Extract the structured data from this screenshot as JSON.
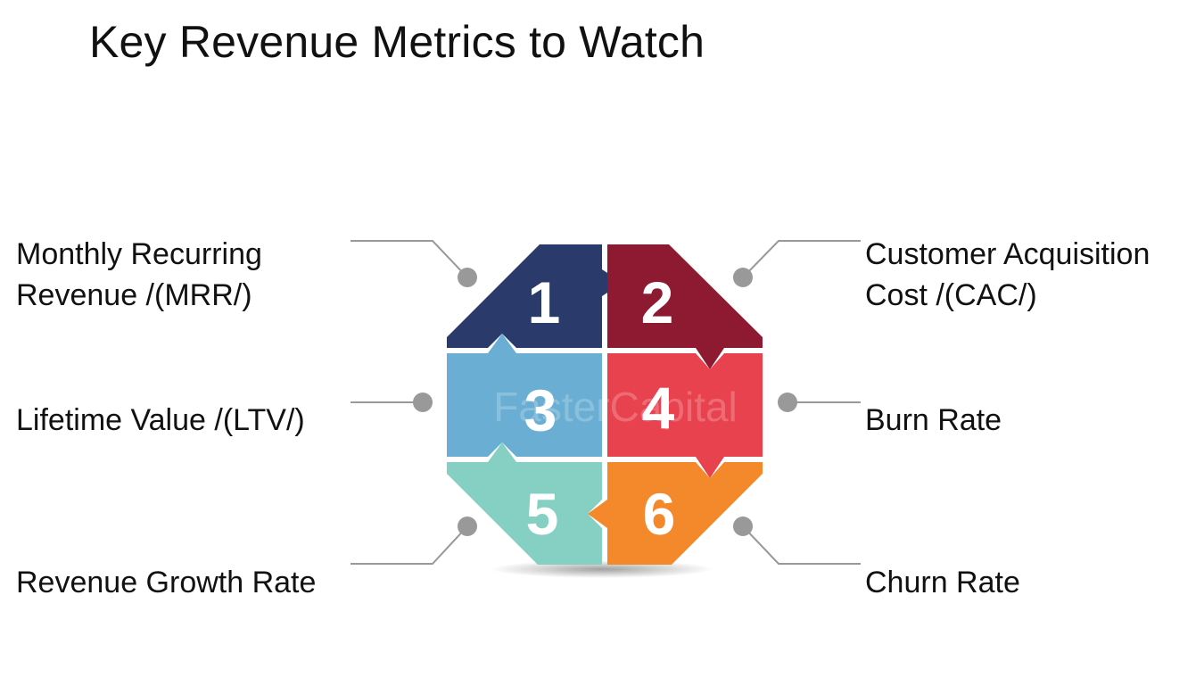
{
  "title": "Key Revenue Metrics to Watch",
  "watermark": "FasterCapital",
  "pieces": [
    {
      "number": "1",
      "color": "#2a3b6b"
    },
    {
      "number": "2",
      "color": "#8d1a30"
    },
    {
      "number": "3",
      "color": "#6aafd3"
    },
    {
      "number": "4",
      "color": "#e8424f"
    },
    {
      "number": "5",
      "color": "#86d0c3"
    },
    {
      "number": "6",
      "color": "#f4892c"
    }
  ],
  "metrics": [
    {
      "number": "1",
      "lines": [
        "Monthly Recurring",
        "Revenue /(MRR/)"
      ]
    },
    {
      "number": "2",
      "lines": [
        "Customer Acquisition",
        "Cost /(CAC/)"
      ]
    },
    {
      "number": "3",
      "lines": [
        "Lifetime Value /(LTV/)"
      ]
    },
    {
      "number": "4",
      "lines": [
        "Burn Rate"
      ]
    },
    {
      "number": "5",
      "lines": [
        "Revenue Growth Rate"
      ]
    },
    {
      "number": "6",
      "lines": [
        "Churn Rate"
      ]
    }
  ],
  "connector_color": "#999999"
}
